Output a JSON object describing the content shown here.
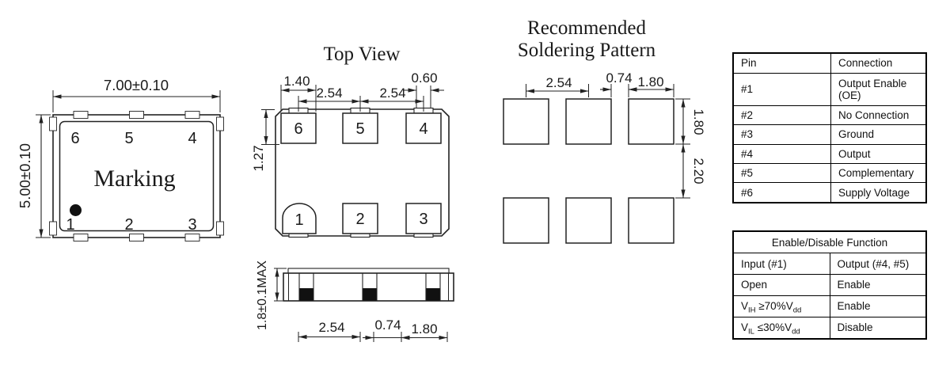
{
  "package_drawing": {
    "width_dim": "7.00±0.10",
    "height_dim": "5.00±0.10",
    "marking": "Marking",
    "pin_top": [
      "6",
      "5",
      "4"
    ],
    "pin_bottom": [
      "1",
      "2",
      "3"
    ]
  },
  "top_view": {
    "title": "Top View",
    "dim_pad_width": "1.40",
    "dim_pitch_left": "2.54",
    "dim_pitch_right": "2.54",
    "dim_notch": "0.60",
    "dim_pad_height": "1.27",
    "pads_top": [
      "6",
      "5",
      "4"
    ],
    "pads_bottom": [
      "1",
      "2",
      "3"
    ]
  },
  "side_view": {
    "dim_height": "1.8±0.1MAX",
    "dim_pitch": "2.54",
    "dim_gap": "0.74",
    "dim_pad": "1.80"
  },
  "soldering_pattern": {
    "title_line1": "Recommended",
    "title_line2": "Soldering Pattern",
    "dim_pitch": "2.54",
    "dim_gap": "0.74",
    "dim_pad_width": "1.80",
    "dim_pad_height": "1.80",
    "dim_row_gap": "2.20"
  },
  "pin_table": {
    "headers": [
      "Pin",
      "Connection"
    ],
    "rows": [
      [
        "#1",
        "Output Enable (OE)"
      ],
      [
        "#2",
        "No Connection"
      ],
      [
        "#3",
        "Ground"
      ],
      [
        "#4",
        "Output"
      ],
      [
        "#5",
        "Complementary"
      ],
      [
        "#6",
        "Supply Voltage"
      ]
    ]
  },
  "enable_table": {
    "title": "Enable/Disable Function",
    "headers": [
      "Input (#1)",
      "Output (#4, #5)"
    ],
    "rows": [
      {
        "input_main": "Open",
        "input_sub": "",
        "input_tail": "",
        "input_tail_sub": "",
        "output": "Enable"
      },
      {
        "input_main": "V",
        "input_sub": "IH",
        "input_tail": " ≥70%V",
        "input_tail_sub": "dd",
        "output": "Enable"
      },
      {
        "input_main": "V",
        "input_sub": "IL",
        "input_tail": " ≤30%V",
        "input_tail_sub": "dd",
        "output": "Disable"
      }
    ]
  }
}
